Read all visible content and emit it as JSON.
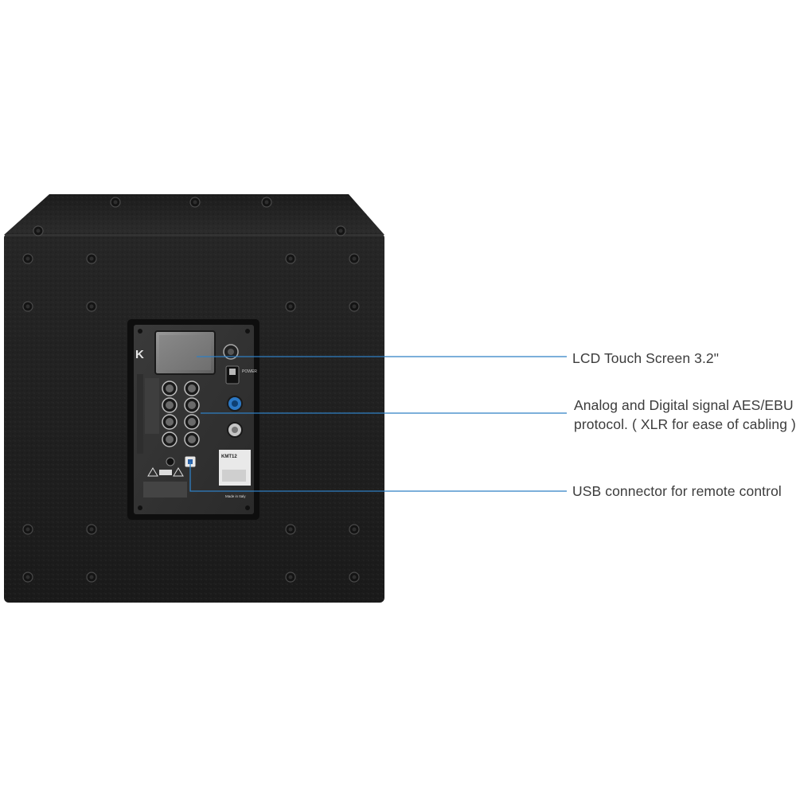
{
  "image": {
    "subject": "subwoofer-rear-panel",
    "background_color": "#ffffff",
    "cabinet_color": "#1e1e1e",
    "line_color": "#2f7fc4"
  },
  "panel": {
    "logo": "K",
    "model_label": "KMT12",
    "power_label": "POWER",
    "made_in": "Made in Italy"
  },
  "callouts": [
    {
      "id": "lcd",
      "lines": [
        "LCD Touch Screen 3.2\""
      ]
    },
    {
      "id": "signal",
      "lines": [
        "Analog and Digital signal AES/EBU",
        "protocol. ( XLR for ease of cabling )"
      ]
    },
    {
      "id": "usb",
      "lines": [
        "USB connector for remote control"
      ]
    }
  ]
}
